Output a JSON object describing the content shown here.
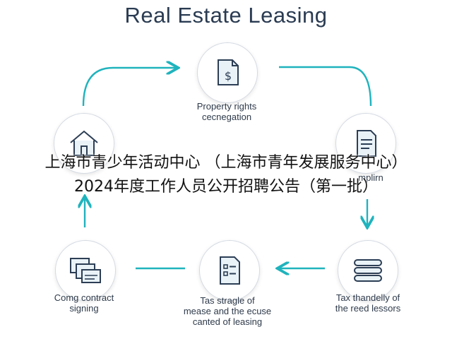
{
  "title": "Real Estate Leasing",
  "colors": {
    "arrow": "#1fb3bd",
    "icon_stroke": "#2c3e55",
    "icon_fill": "#e9f2f7",
    "title": "#2a3b52"
  },
  "steps": [
    {
      "icon": "document-dollar-icon",
      "lines": [
        "Property rights",
        "cecnegation"
      ]
    },
    {
      "icon": "contract-document-icon",
      "lines": [
        "",
        "mplirn"
      ]
    },
    {
      "icon": "money-stack-icon",
      "lines": [
        "Tax thandelly of",
        "the reed lessors"
      ]
    },
    {
      "icon": "checklist-document-icon",
      "lines": [
        "Tas stragle of",
        "mease and the ecuse",
        "canted of leasing"
      ]
    },
    {
      "icon": "signed-contracts-icon",
      "lines": [
        "Comg contract",
        "signing"
      ]
    },
    {
      "icon": "house-icon",
      "lines": [
        "",
        ""
      ]
    }
  ],
  "overlay": {
    "line1": "上海市青少年活动中心 （上海市青年发展服务中心）",
    "line2": "2024年度工作人员公开招聘公告（第一批）"
  }
}
